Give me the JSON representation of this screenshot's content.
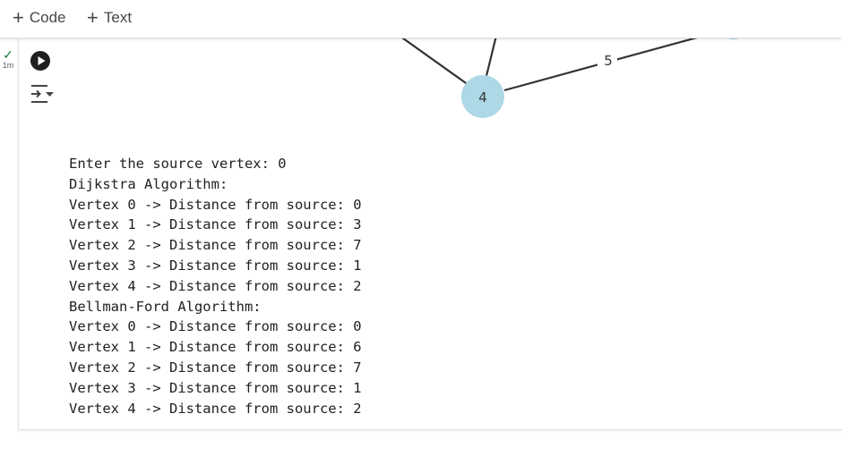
{
  "toolbar": {
    "code_label": "Code",
    "text_label": "Text",
    "add_icon": "plus-icon"
  },
  "cell": {
    "exec_time": "1m",
    "status_icon": "check-icon",
    "run_icon": "play-icon",
    "output_toggle_icon": "output-collapse-icon"
  },
  "graph": {
    "node_label": "4",
    "edge_weight": "5",
    "node_color": "#add8e6"
  },
  "output": {
    "lines": [
      "Enter the source vertex: 0",
      "Dijkstra Algorithm:",
      "Vertex 0 -> Distance from source: 0",
      "Vertex 1 -> Distance from source: 3",
      "Vertex 2 -> Distance from source: 7",
      "Vertex 3 -> Distance from source: 1",
      "Vertex 4 -> Distance from source: 2",
      "Bellman-Ford Algorithm:",
      "Vertex 0 -> Distance from source: 0",
      "Vertex 1 -> Distance from source: 6",
      "Vertex 2 -> Distance from source: 7",
      "Vertex 3 -> Distance from source: 1",
      "Vertex 4 -> Distance from source: 2"
    ]
  }
}
